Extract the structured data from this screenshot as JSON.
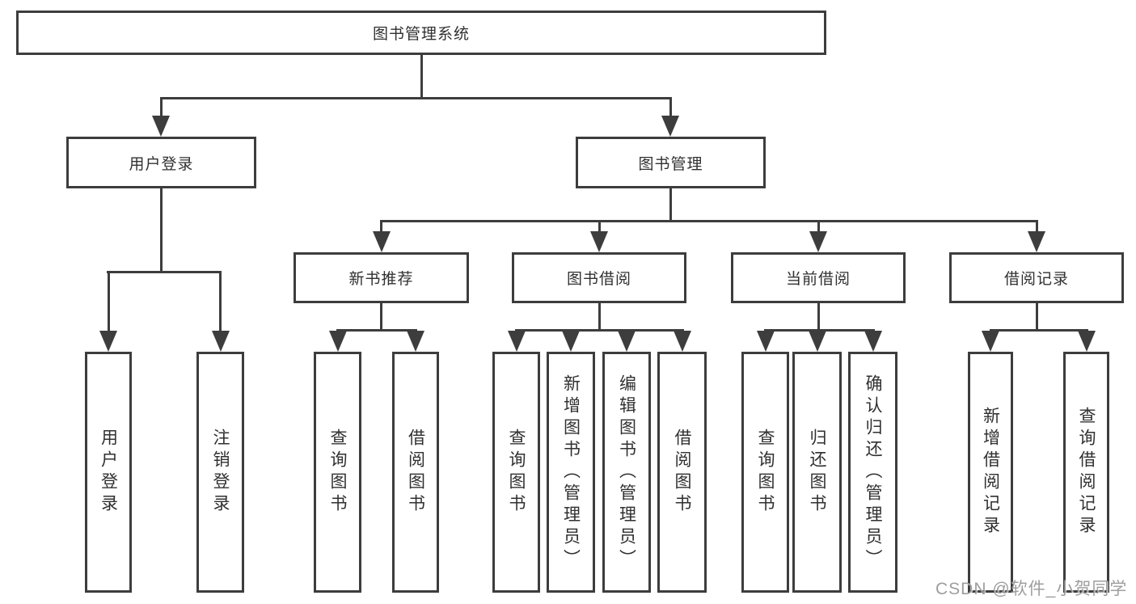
{
  "diagram": {
    "root": "图书管理系统",
    "level2": [
      "用户登录",
      "图书管理"
    ],
    "level3": [
      "新书推荐",
      "图书借阅",
      "当前借阅",
      "借阅记录"
    ],
    "leaves": {
      "user_login": [
        "用户登录",
        "注销登录"
      ],
      "new_books": [
        "查询图书",
        "借阅图书"
      ],
      "book_borrow": [
        "查询图书",
        "新增图书（管理员）",
        "编辑图书（管理员）",
        "借阅图书"
      ],
      "current_borrow": [
        "查询图书",
        "归还图书",
        "确认归还（管理员）"
      ],
      "borrow_records": [
        "新增借阅记录",
        "查询借阅记录"
      ]
    }
  },
  "watermark": "CSDN @软件_小贺同学",
  "colors": {
    "line": "#3d3d3d",
    "text": "#303030",
    "background": "#ffffff",
    "watermark": "#949494"
  }
}
